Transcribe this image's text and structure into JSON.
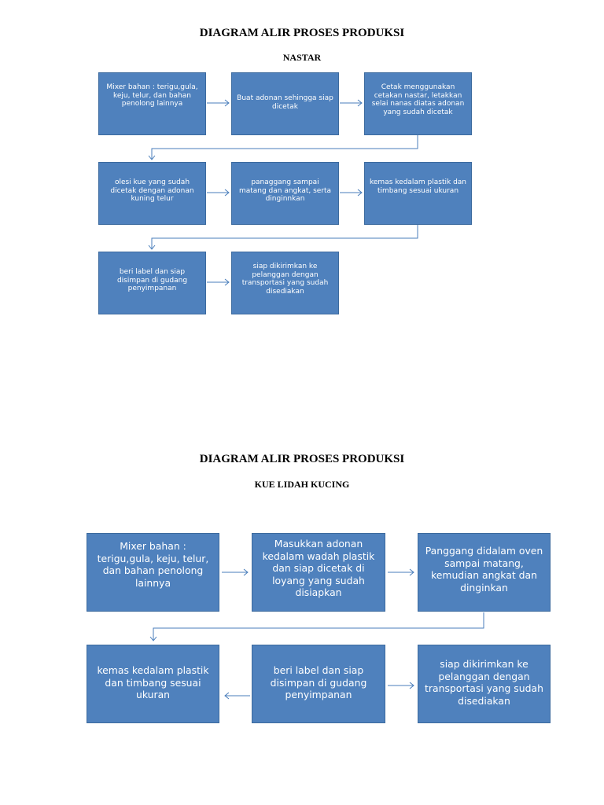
{
  "section1": {
    "title": "DIAGRAM ALIR PROSES PRODUKSI",
    "subtitle": "NASTAR",
    "steps": [
      "Mixer bahan : terigu,gula, keju, telur, dan bahan penolong lainnya",
      "Buat adonan sehingga siap dicetak",
      "Cetak menggunakan cetakan nastar, letakkan selai nanas diatas adonan yang sudah dicetak",
      "olesi kue yang sudah dicetak dengan adonan kuning telur",
      "panaggang sampai matang dan angkat, serta dinginnkan",
      "kemas kedalam plastik dan timbang sesuai ukuran",
      "beri label dan siap disimpan di gudang penyimpanan",
      "siap dikirimkan ke pelanggan dengan transportasi yang sudah disediakan"
    ]
  },
  "section2": {
    "title": "DIAGRAM ALIR PROSES PRODUKSI",
    "subtitle": "KUE LIDAH KUCING",
    "steps": [
      "Mixer bahan : terigu,gula, keju, telur, dan bahan penolong lainnya",
      "Masukkan adonan kedalam wadah plastik dan siap dicetak di loyang yang sudah disiapkan",
      "Panggang didalam oven sampai matang, kemudian angkat dan dinginkan",
      "kemas kedalam plastik dan timbang sesuai ukuran",
      "beri label dan siap disimpan di gudang penyimpanan",
      "siap dikirimkan ke pelanggan dengan transportasi yang sudah disediakan"
    ]
  },
  "colors": {
    "box_fill": "#4f81bd",
    "connector": "#4a7ebb",
    "box_text": "#ffffff"
  }
}
